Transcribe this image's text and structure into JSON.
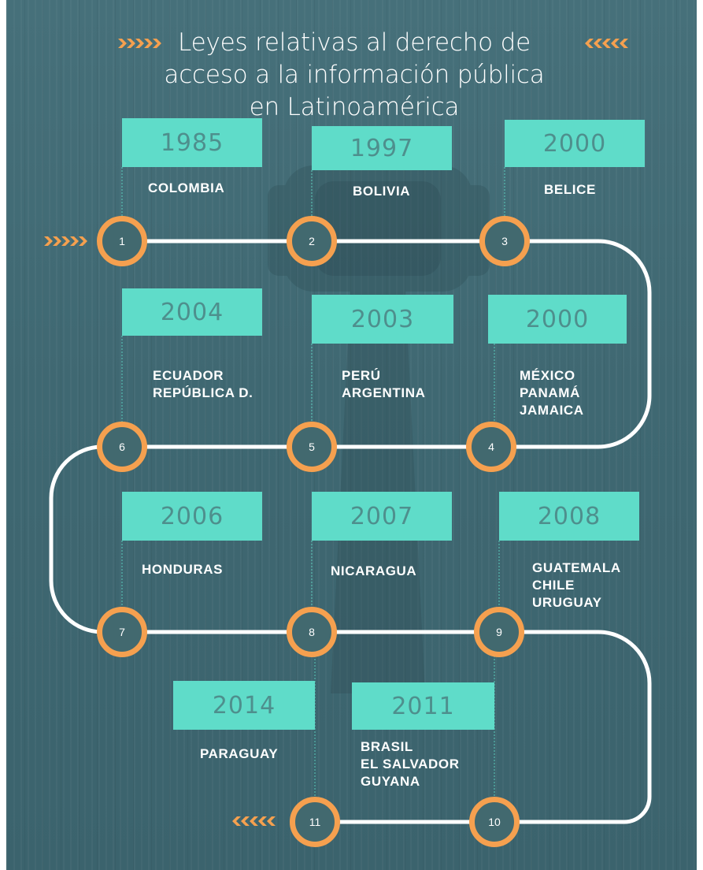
{
  "title": {
    "line1": "Leyes relativas al derecho de",
    "line2": "acceso a la información pública",
    "line3": "en Latinoamérica"
  },
  "colors": {
    "background": "#42696f",
    "accent": "#f5a04f",
    "year_box": "#5fdcc9",
    "year_text": "#4e8f8d",
    "text": "#ffffff"
  },
  "icons": [
    "chevrons-right-icon",
    "chevrons-left-icon"
  ],
  "milestones": [
    {
      "step": "1",
      "year": "1985",
      "countries": [
        "COLOMBIA"
      ]
    },
    {
      "step": "2",
      "year": "1997",
      "countries": [
        "BOLIVIA"
      ]
    },
    {
      "step": "3",
      "year": "2000",
      "countries": [
        "BELICE"
      ]
    },
    {
      "step": "4",
      "year": "2000",
      "countries": [
        "MÉXICO",
        "PANAMÁ",
        "JAMAICA"
      ]
    },
    {
      "step": "5",
      "year": "2003",
      "countries": [
        "PERÚ",
        "ARGENTINA"
      ]
    },
    {
      "step": "6",
      "year": "2004",
      "countries": [
        "ECUADOR",
        "REPÚBLICA D."
      ]
    },
    {
      "step": "7",
      "year": "2006",
      "countries": [
        "HONDURAS"
      ]
    },
    {
      "step": "8",
      "year": "2007",
      "countries": [
        "NICARAGUA"
      ]
    },
    {
      "step": "9",
      "year": "2008",
      "countries": [
        "GUATEMALA",
        "CHILE",
        "URUGUAY"
      ]
    },
    {
      "step": "10",
      "year": "2011",
      "countries": [
        "BRASIL",
        "EL SALVADOR",
        "GUYANA"
      ]
    },
    {
      "step": "11",
      "year": "2014",
      "countries": [
        "PARAGUAY"
      ]
    }
  ]
}
